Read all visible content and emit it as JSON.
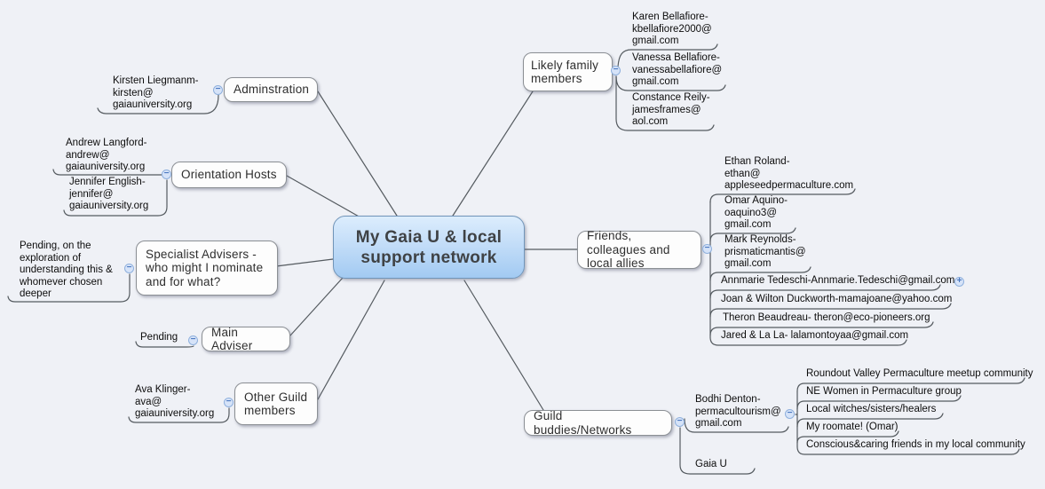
{
  "icons": {
    "collapse": "−",
    "expand": "+"
  },
  "colors": {
    "background": "#eff1f6",
    "node_fill": "#fdfdfd",
    "node_border": "#8b8f94",
    "root_gradient_top": "#dcedfd",
    "root_gradient_bottom": "#a2caf2",
    "connector_line": "#555b60",
    "toggle_fill": "#d6e3f8",
    "toggle_border": "#8fb0dd"
  },
  "root": {
    "label": "My Gaia U & local support network"
  },
  "branches": {
    "administration": {
      "label": "Adminstration",
      "children": {
        "kirsten": {
          "label": "Kirsten Liegmanm-\nkirsten@\ngaiauniversity.org"
        }
      }
    },
    "orientation_hosts": {
      "label": "Orientation Hosts",
      "children": {
        "andrew": {
          "label": "Andrew Langford-\nandrew@\ngaiauniversity.org"
        },
        "jennifer": {
          "label": "Jennifer English-\njennifer@\ngaiauniversity.org"
        }
      }
    },
    "specialist_advisers": {
      "label": "Specialist Advisers -\nwho might I nominate\nand for what?",
      "children": {
        "pending_note": {
          "label": "Pending, on the\nexploration of\nunderstanding this &\nwhomever chosen\ndeeper"
        }
      }
    },
    "main_adviser": {
      "label": "Main Adviser",
      "children": {
        "pending": {
          "label": "Pending"
        }
      }
    },
    "other_guild": {
      "label": "Other Guild members",
      "children": {
        "ava": {
          "label": "Ava Klinger-\nava@\ngaiauniversity.org"
        }
      }
    },
    "likely_family": {
      "label": "Likely family members",
      "children": {
        "karen": {
          "label": "Karen Bellafiore-\nkbellafiore2000@\ngmail.com"
        },
        "vanessa": {
          "label": "Vanessa Bellafiore-\nvanessabellafiore@\ngmail.com"
        },
        "constance": {
          "label": "Constance Reily-\njamesframes@\naol.com"
        }
      }
    },
    "friends": {
      "label": "Friends, colleagues and local allies",
      "children": {
        "ethan": {
          "label": "Ethan Roland-\nethan@\nappleseedpermaculture.com"
        },
        "omar": {
          "label": "Omar Aquino-\noaquino3@\ngmail.com"
        },
        "mark": {
          "label": "Mark Reynolds-\nprismaticmantis@\ngmail.com"
        },
        "annmarie": {
          "label": "Annmarie Tedeschi-Annmarie.Tedeschi@gmail.com"
        },
        "joan": {
          "label": "Joan & Wilton Duckworth-mamajoane@yahoo.com"
        },
        "theron": {
          "label": "Theron Beaudreau- theron@eco-pioneers.org"
        },
        "jared": {
          "label": "Jared & La La- lalamontoyaa@gmail.com"
        }
      }
    },
    "guild_buddies": {
      "label": "Guild buddies/Networks",
      "children": {
        "bodhi": {
          "label": "Bodhi Denton-\npermacultourism@\ngmail.com",
          "children": {
            "roundout": {
              "label": "Roundout Valley Permaculture meetup community"
            },
            "ne_women": {
              "label": "NE Women in Permaculture group"
            },
            "witches": {
              "label": "Local witches/sisters/healers"
            },
            "roomate": {
              "label": "My roomate! (Omar)"
            },
            "conscious": {
              "label": "Conscious&caring friends in my local community"
            }
          }
        },
        "gaia_u": {
          "label": "Gaia U"
        }
      }
    }
  }
}
